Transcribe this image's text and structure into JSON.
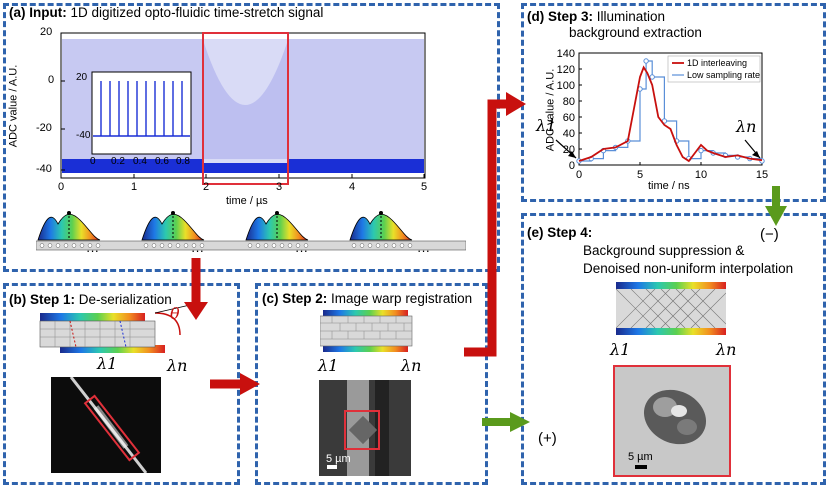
{
  "panel_a": {
    "tag": "(a)",
    "title_bold": "Input:",
    "title_rest": " 1D digitized opto-fluidic time-stretch signal",
    "ylabel": "ADC value / A.U.",
    "xlabel": "time / µs",
    "yticks": [
      "20",
      "0",
      "-20",
      "-40"
    ],
    "xticks": [
      "0",
      "1",
      "2",
      "3",
      "4",
      "5"
    ],
    "inset_yticks": [
      "20",
      "-40"
    ],
    "inset_xticks": [
      "0",
      "0.2",
      "0.4",
      "0.6",
      "0.8"
    ],
    "dots": "···"
  },
  "panel_b": {
    "tag": "(b)",
    "title_bold": "Step 1:",
    "title_rest": " De-serialization",
    "theta": "θ",
    "lambda_1": "λ1",
    "lambda_n": "λn"
  },
  "panel_c": {
    "tag": "(c)",
    "title_bold": "Step 2:",
    "title_rest": " Image warp registration",
    "lambda_1": "λ1",
    "lambda_n": "λn",
    "scale": "5 µm"
  },
  "panel_d": {
    "tag": "(d)",
    "title_bold": "Step 3:",
    "title_rest": " Illumination",
    "title_line2": "background extraction",
    "ylabel": "ADC value / A.U.",
    "xlabel": "time / ns",
    "legend_1": "1D interleaving",
    "legend_2": "Low sampling rate",
    "lambda_1": "λ1",
    "lambda_n": "λn",
    "yticks": [
      "140",
      "120",
      "100",
      "80",
      "60",
      "40",
      "20",
      "0"
    ],
    "xticks": [
      "0",
      "5",
      "10",
      "15"
    ]
  },
  "panel_e": {
    "tag": "(e)",
    "title_bold": "Step 4:",
    "line1": "Background suppression &",
    "line2": "Denoised non-uniform interpolation",
    "minus": "(−)",
    "lambda_1": "λ1",
    "lambda_n": "λn",
    "scale": "5 µm"
  },
  "plus": "(+)",
  "colors": {
    "panel_border": "#2f63ad",
    "signal": "#1a2fd6",
    "red_arrow": "#c8100e",
    "green_arrow": "#5a9a1c"
  },
  "chart_data": {
    "type": "line",
    "title": "Step 3: Illumination background extraction",
    "xlabel": "time / ns",
    "ylabel": "ADC value / A.U.",
    "xlim": [
      0,
      15
    ],
    "ylim": [
      0,
      140
    ],
    "series": [
      {
        "name": "1D interleaving",
        "x": [
          0,
          1,
          2,
          3,
          4,
          4.5,
          5,
          5.3,
          5.6,
          6,
          6.5,
          7,
          7.5,
          8,
          8.5,
          9,
          9.5,
          10,
          10.5,
          11,
          12,
          13,
          14,
          15
        ],
        "y": [
          5,
          10,
          20,
          22,
          30,
          70,
          110,
          122,
          115,
          100,
          60,
          50,
          45,
          25,
          10,
          5,
          15,
          25,
          18,
          15,
          10,
          12,
          8,
          6
        ]
      },
      {
        "name": "Low sampling rate",
        "x": [
          0,
          1,
          2,
          3,
          4,
          5,
          5.5,
          6,
          7,
          8,
          9,
          10,
          11,
          12,
          13,
          14,
          15
        ],
        "y": [
          5,
          8,
          18,
          22,
          30,
          95,
          130,
          110,
          55,
          30,
          8,
          18,
          15,
          12,
          10,
          8,
          5
        ]
      }
    ]
  }
}
